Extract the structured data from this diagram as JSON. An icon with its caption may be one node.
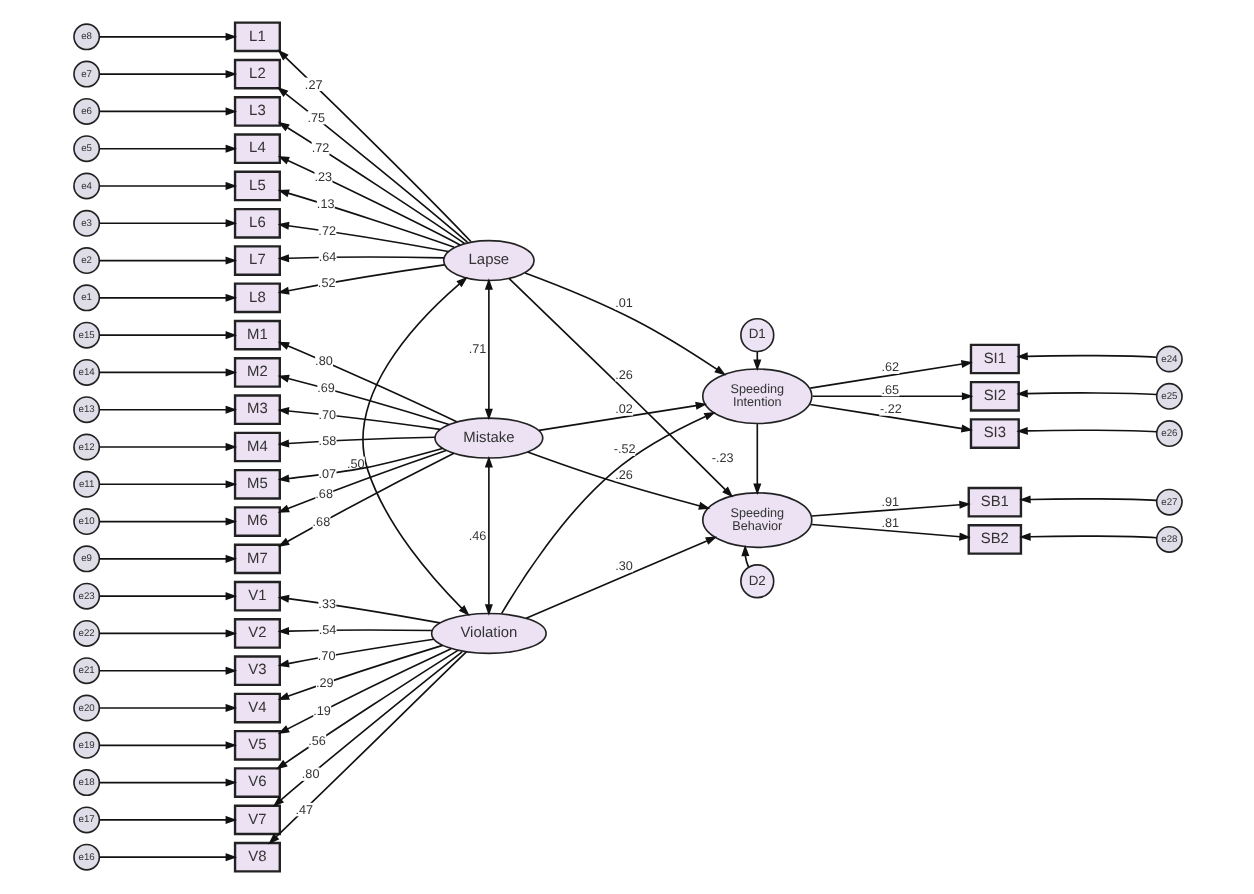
{
  "diagram": {
    "nodes": [
      {
        "text": [
          "e8"
        ]
      },
      {
        "text": [
          "L1"
        ]
      },
      {
        "text": [
          "e7"
        ]
      },
      {
        "text": [
          "L2"
        ]
      },
      {
        "text": [
          "e6"
        ]
      },
      {
        "text": [
          "L3"
        ]
      },
      {
        "text": [
          "e5"
        ]
      },
      {
        "text": [
          "L4"
        ]
      },
      {
        "text": [
          "e4"
        ]
      },
      {
        "text": [
          "L5"
        ]
      },
      {
        "text": [
          "e3"
        ]
      },
      {
        "text": [
          "L6"
        ]
      },
      {
        "text": [
          "e2"
        ]
      },
      {
        "text": [
          "L7"
        ]
      },
      {
        "text": [
          "e1"
        ]
      },
      {
        "text": [
          "L8"
        ]
      },
      {
        "text": [
          "Lapse"
        ]
      },
      {
        "text": [
          "e15"
        ]
      },
      {
        "text": [
          "M1"
        ]
      },
      {
        "text": [
          "e14"
        ]
      },
      {
        "text": [
          "M2"
        ]
      },
      {
        "text": [
          "e13"
        ]
      },
      {
        "text": [
          "M3"
        ]
      },
      {
        "text": [
          "e12"
        ]
      },
      {
        "text": [
          "M4"
        ]
      },
      {
        "text": [
          "e11"
        ]
      },
      {
        "text": [
          "M5"
        ]
      },
      {
        "text": [
          "e10"
        ]
      },
      {
        "text": [
          "M6"
        ]
      },
      {
        "text": [
          "e9"
        ]
      },
      {
        "text": [
          "M7"
        ]
      },
      {
        "text": [
          "Mistake"
        ]
      },
      {
        "text": [
          "e23"
        ]
      },
      {
        "text": [
          "V1"
        ]
      },
      {
        "text": [
          "e22"
        ]
      },
      {
        "text": [
          "V2"
        ]
      },
      {
        "text": [
          "e21"
        ]
      },
      {
        "text": [
          "V3"
        ]
      },
      {
        "text": [
          "e20"
        ]
      },
      {
        "text": [
          "V4"
        ]
      },
      {
        "text": [
          "e19"
        ]
      },
      {
        "text": [
          "V5"
        ]
      },
      {
        "text": [
          "e18"
        ]
      },
      {
        "text": [
          "V6"
        ]
      },
      {
        "text": [
          "e17"
        ]
      },
      {
        "text": [
          "V7"
        ]
      },
      {
        "text": [
          "e16"
        ]
      },
      {
        "text": [
          "V8"
        ]
      },
      {
        "text": [
          "Violation"
        ]
      },
      {
        "text": [
          "D1"
        ]
      },
      {
        "text": [
          "Speeding Intention"
        ]
      },
      {
        "text": [
          "SI1"
        ]
      },
      {
        "text": [
          "e24"
        ]
      },
      {
        "text": [
          "SI2"
        ]
      },
      {
        "text": [
          "e25"
        ]
      },
      {
        "text": [
          "SI3"
        ]
      },
      {
        "text": [
          "e26"
        ]
      },
      {
        "text": [
          "Speeding Behavior"
        ]
      },
      {
        "text": [
          "D2"
        ]
      },
      {
        "text": [
          "SB1"
        ]
      },
      {
        "text": [
          "e27"
        ]
      },
      {
        "text": [
          "SB2"
        ]
      },
      {
        "text": [
          "e28"
        ]
      }
    ],
    "edges": [
      {
        "from": 0,
        "to": 1,
        "arrow": "to"
      },
      {
        "from": 2,
        "to": 3,
        "arrow": "to"
      },
      {
        "from": 4,
        "to": 5,
        "arrow": "to"
      },
      {
        "from": 6,
        "to": 7,
        "arrow": "to"
      },
      {
        "from": 8,
        "to": 9,
        "arrow": "to"
      },
      {
        "from": 10,
        "to": 11,
        "arrow": "to"
      },
      {
        "from": 12,
        "to": 13,
        "arrow": "to"
      },
      {
        "from": 14,
        "to": 15,
        "arrow": "to"
      },
      {
        "from": 16,
        "to": 1,
        "arrow": "to",
        "label": ".27"
      },
      {
        "from": 16,
        "to": 3,
        "arrow": "to",
        "label": ".75"
      },
      {
        "from": 16,
        "to": 5,
        "arrow": "to",
        "label": ".72"
      },
      {
        "from": 16,
        "to": 7,
        "arrow": "to",
        "label": ".23"
      },
      {
        "from": 16,
        "to": 9,
        "arrow": "to",
        "label": ".13"
      },
      {
        "from": 16,
        "to": 11,
        "arrow": "to",
        "label": ".72"
      },
      {
        "from": 16,
        "to": 13,
        "arrow": "to",
        "label": ".64"
      },
      {
        "from": 16,
        "to": 15,
        "arrow": "to",
        "label": ".52"
      },
      {
        "from": 17,
        "to": 18,
        "arrow": "to"
      },
      {
        "from": 19,
        "to": 20,
        "arrow": "to"
      },
      {
        "from": 21,
        "to": 22,
        "arrow": "to"
      },
      {
        "from": 23,
        "to": 24,
        "arrow": "to"
      },
      {
        "from": 25,
        "to": 26,
        "arrow": "to"
      },
      {
        "from": 27,
        "to": 28,
        "arrow": "to"
      },
      {
        "from": 29,
        "to": 30,
        "arrow": "to"
      },
      {
        "from": 31,
        "to": 18,
        "arrow": "to",
        "label": ".80"
      },
      {
        "from": 31,
        "to": 20,
        "arrow": "to",
        "label": ".69"
      },
      {
        "from": 31,
        "to": 22,
        "arrow": "to",
        "label": ".70"
      },
      {
        "from": 31,
        "to": 24,
        "arrow": "to",
        "label": ".58"
      },
      {
        "from": 31,
        "to": 26,
        "arrow": "to",
        "label": ".07"
      },
      {
        "from": 31,
        "to": 28,
        "arrow": "to",
        "label": ".68"
      },
      {
        "from": 31,
        "to": 30,
        "arrow": "to",
        "label": ".68"
      },
      {
        "from": 32,
        "to": 33,
        "arrow": "to"
      },
      {
        "from": 34,
        "to": 35,
        "arrow": "to"
      },
      {
        "from": 36,
        "to": 37,
        "arrow": "to"
      },
      {
        "from": 38,
        "to": 39,
        "arrow": "to"
      },
      {
        "from": 40,
        "to": 41,
        "arrow": "to"
      },
      {
        "from": 42,
        "to": 43,
        "arrow": "to"
      },
      {
        "from": 44,
        "to": 45,
        "arrow": "to"
      },
      {
        "from": 46,
        "to": 47,
        "arrow": "to"
      },
      {
        "from": 48,
        "to": 33,
        "arrow": "to",
        "label": ".33"
      },
      {
        "from": 48,
        "to": 35,
        "arrow": "to",
        "label": ".54"
      },
      {
        "from": 48,
        "to": 37,
        "arrow": "to",
        "label": ".70"
      },
      {
        "from": 48,
        "to": 39,
        "arrow": "to",
        "label": ".29"
      },
      {
        "from": 48,
        "to": 41,
        "arrow": "to",
        "label": ".19"
      },
      {
        "from": 48,
        "to": 43,
        "arrow": "to",
        "label": ".56"
      },
      {
        "from": 48,
        "to": 45,
        "arrow": "to",
        "label": ".80"
      },
      {
        "from": 48,
        "to": 47,
        "arrow": "to",
        "label": ".47"
      },
      {
        "from": 16,
        "to": 31,
        "arrow": "both",
        "label": ".71"
      },
      {
        "from": 31,
        "to": 48,
        "arrow": "both",
        "label": ".46"
      },
      {
        "from": 16,
        "to": 48,
        "arrow": "both",
        "label": ".50"
      },
      {
        "from": 16,
        "to": 50,
        "arrow": "to",
        "label": ".01"
      },
      {
        "from": 16,
        "to": 57,
        "arrow": "to",
        "label": ".26"
      },
      {
        "from": 31,
        "to": 50,
        "arrow": "to",
        "label": ".02"
      },
      {
        "from": 31,
        "to": 57,
        "arrow": "to",
        "label": ".26"
      },
      {
        "from": 48,
        "to": 50,
        "arrow": "to",
        "label": "-.52"
      },
      {
        "from": 48,
        "to": 57,
        "arrow": "to",
        "label": ".30"
      },
      {
        "from": 50,
        "to": 57,
        "arrow": "to",
        "label": "-.23"
      },
      {
        "from": 49,
        "to": 50,
        "arrow": "to"
      },
      {
        "from": 58,
        "to": 57,
        "arrow": "to"
      },
      {
        "from": 50,
        "to": 51,
        "arrow": "to",
        "label": ".62"
      },
      {
        "from": 50,
        "to": 53,
        "arrow": "to",
        "label": ".65"
      },
      {
        "from": 50,
        "to": 55,
        "arrow": "to",
        "label": "-.22"
      },
      {
        "from": 52,
        "to": 51,
        "arrow": "to"
      },
      {
        "from": 54,
        "to": 53,
        "arrow": "to"
      },
      {
        "from": 56,
        "to": 55,
        "arrow": "to"
      },
      {
        "from": 57,
        "to": 59,
        "arrow": "to",
        "label": ".91"
      },
      {
        "from": 57,
        "to": 61,
        "arrow": "to",
        "label": ".81"
      },
      {
        "from": 60,
        "to": 59,
        "arrow": "to"
      },
      {
        "from": 62,
        "to": 61,
        "arrow": "to"
      }
    ]
  }
}
